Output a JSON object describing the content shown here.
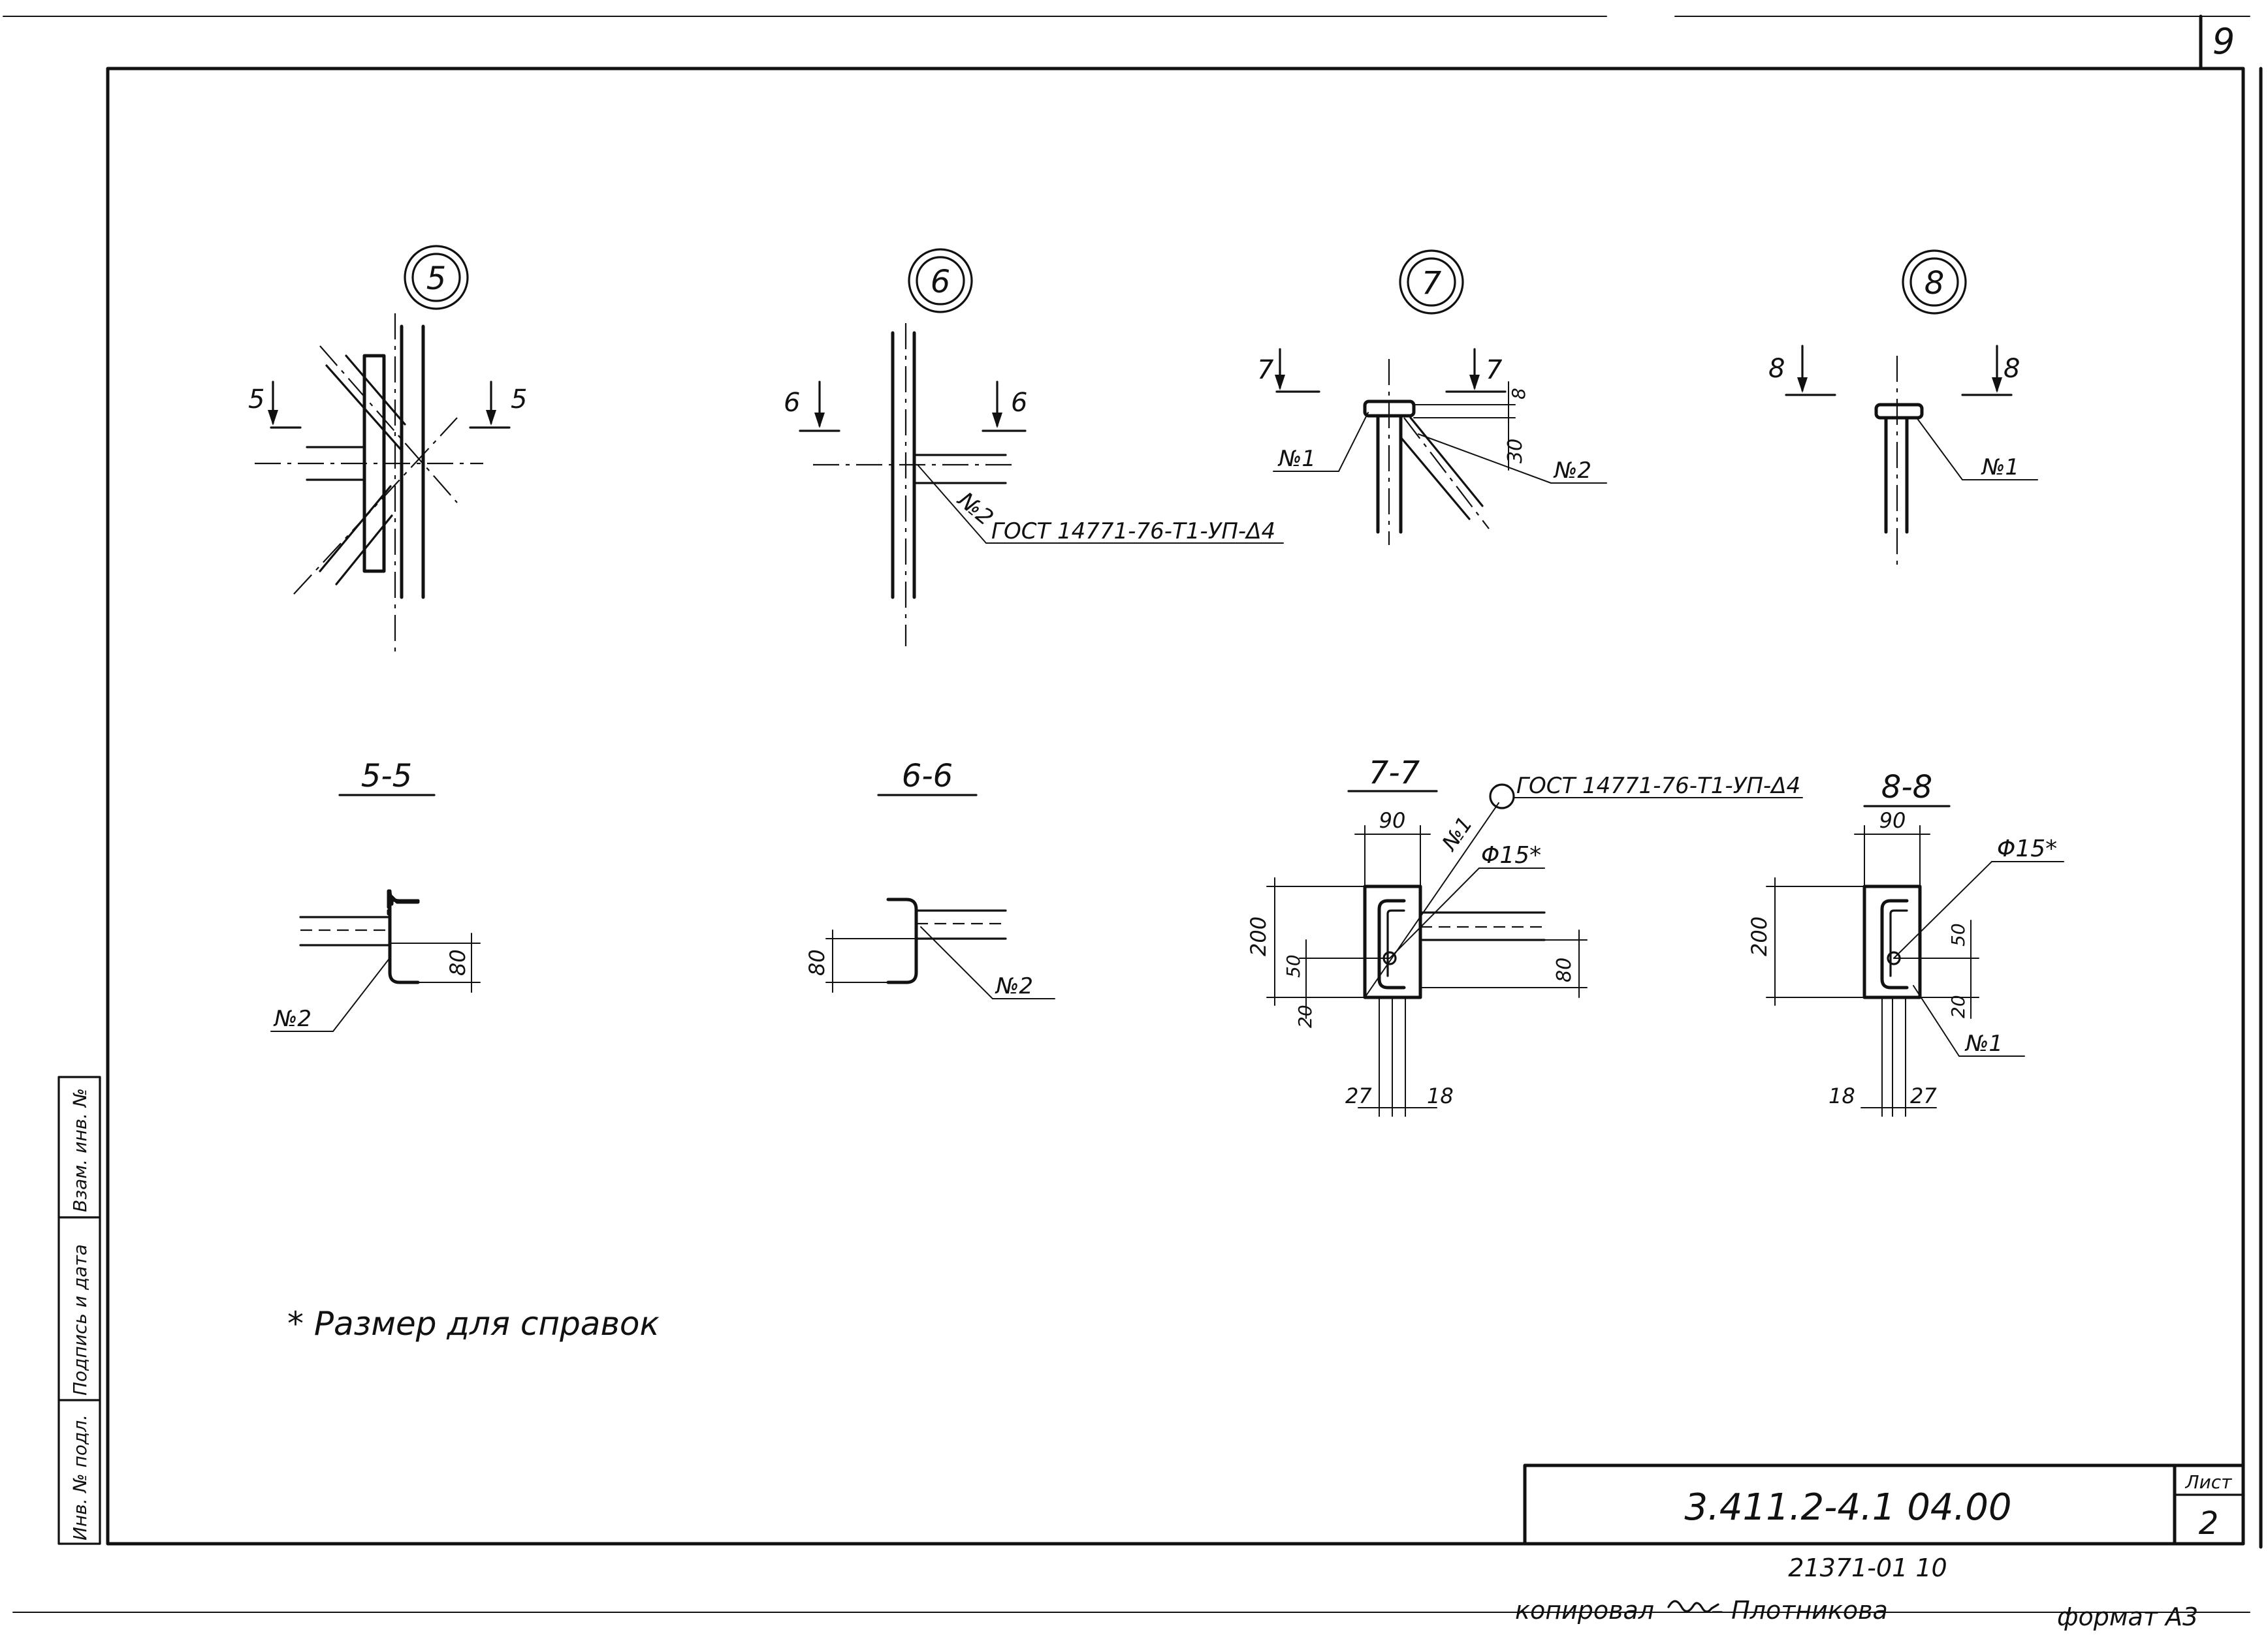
{
  "sheet": {
    "corner_number": "9",
    "left_stamp": [
      "Взам. инв. №",
      "Подпись и дата",
      "Инв. № подл."
    ],
    "designation": "3.411.2-4.1 04.00",
    "sheet_label": "Лист",
    "sheet_number": "2",
    "archive_number": "21371-01 10",
    "copied_by": "копировал",
    "copier_name": "Плотникова",
    "format": "формат А3"
  },
  "details": [
    {
      "id": "5",
      "cut_label": "5"
    },
    {
      "id": "6",
      "cut_label": "6",
      "weld_ref": "№2",
      "weld_note": "ГОСТ 14771-76-Т1-УП-Δ4"
    },
    {
      "id": "7",
      "cut_label": "7",
      "pos1": "№1",
      "pos2": "№2",
      "dim_offset": "30",
      "dim_small": "8"
    },
    {
      "id": "8",
      "cut_label": "8",
      "pos1": "№1"
    }
  ],
  "sections": [
    {
      "title": "5-5",
      "dim": "80",
      "pos": "№2"
    },
    {
      "title": "6-6",
      "dim": "80",
      "pos": "№2"
    },
    {
      "title": "7-7",
      "weld_note": "ГОСТ 14771-76-Т1-УП-Δ4",
      "pos": "№1",
      "dims": {
        "width": "90",
        "height": "200",
        "hole": "Φ15*",
        "h50": "50",
        "h20": "20",
        "h80": "80",
        "b27": "27",
        "b18": "18"
      }
    },
    {
      "title": "8-8",
      "pos": "№1",
      "dims": {
        "width": "90",
        "height": "200",
        "hole": "Φ15*",
        "h50": "50",
        "h20": "20",
        "b18": "18",
        "b27": "27"
      }
    }
  ],
  "note": "* Размер для справок"
}
